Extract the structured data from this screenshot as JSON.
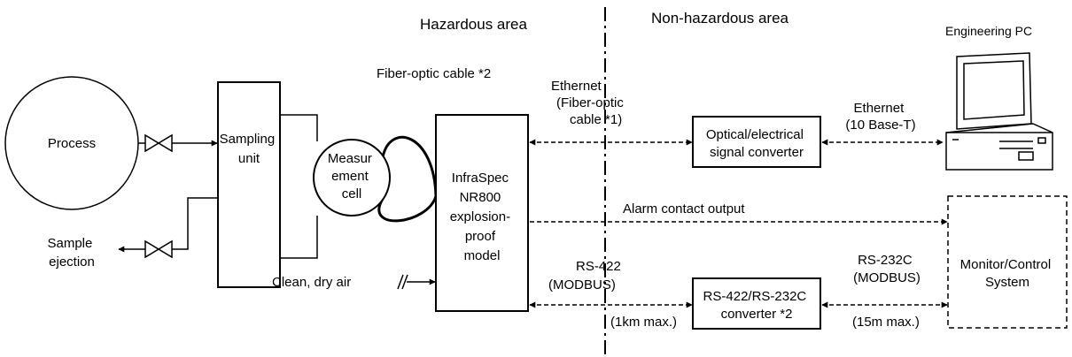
{
  "zones": {
    "hazardous": "Hazardous area",
    "non_hazardous": "Non-hazardous area"
  },
  "nodes": {
    "process": "Process",
    "sampling_unit": [
      "Sampling",
      "unit"
    ],
    "measurement_cell": [
      "Measur",
      "ement",
      "cell"
    ],
    "analyzer": [
      "InfraSpec",
      "NR800",
      "explosion-",
      "proof",
      "model"
    ],
    "optical_converter": [
      "Optical/electrical",
      "signal converter"
    ],
    "rs_converter": [
      "RS-422/RS-232C",
      "converter *2"
    ],
    "monitor_system": [
      "Monitor/Control",
      "System"
    ],
    "engineering_pc": "Engineering PC"
  },
  "labels": {
    "fiber_optic_cable": "Fiber-optic cable *2",
    "ethernet_fiber": [
      "Ethernet",
      "(Fiber-optic",
      "cable *1)"
    ],
    "ethernet_10baset": [
      "Ethernet",
      "(10 Base-T)"
    ],
    "alarm_output": "Alarm contact output",
    "rs422": [
      "RS-422",
      "(MODBUS)"
    ],
    "rs422_distance": "(1km max.)",
    "rs232c": [
      "RS-232C",
      "(MODBUS)"
    ],
    "rs232c_distance": "(15m max.)",
    "sample_ejection": [
      "Sample",
      "ejection"
    ],
    "clean_dry_air": "Clean, dry air"
  }
}
